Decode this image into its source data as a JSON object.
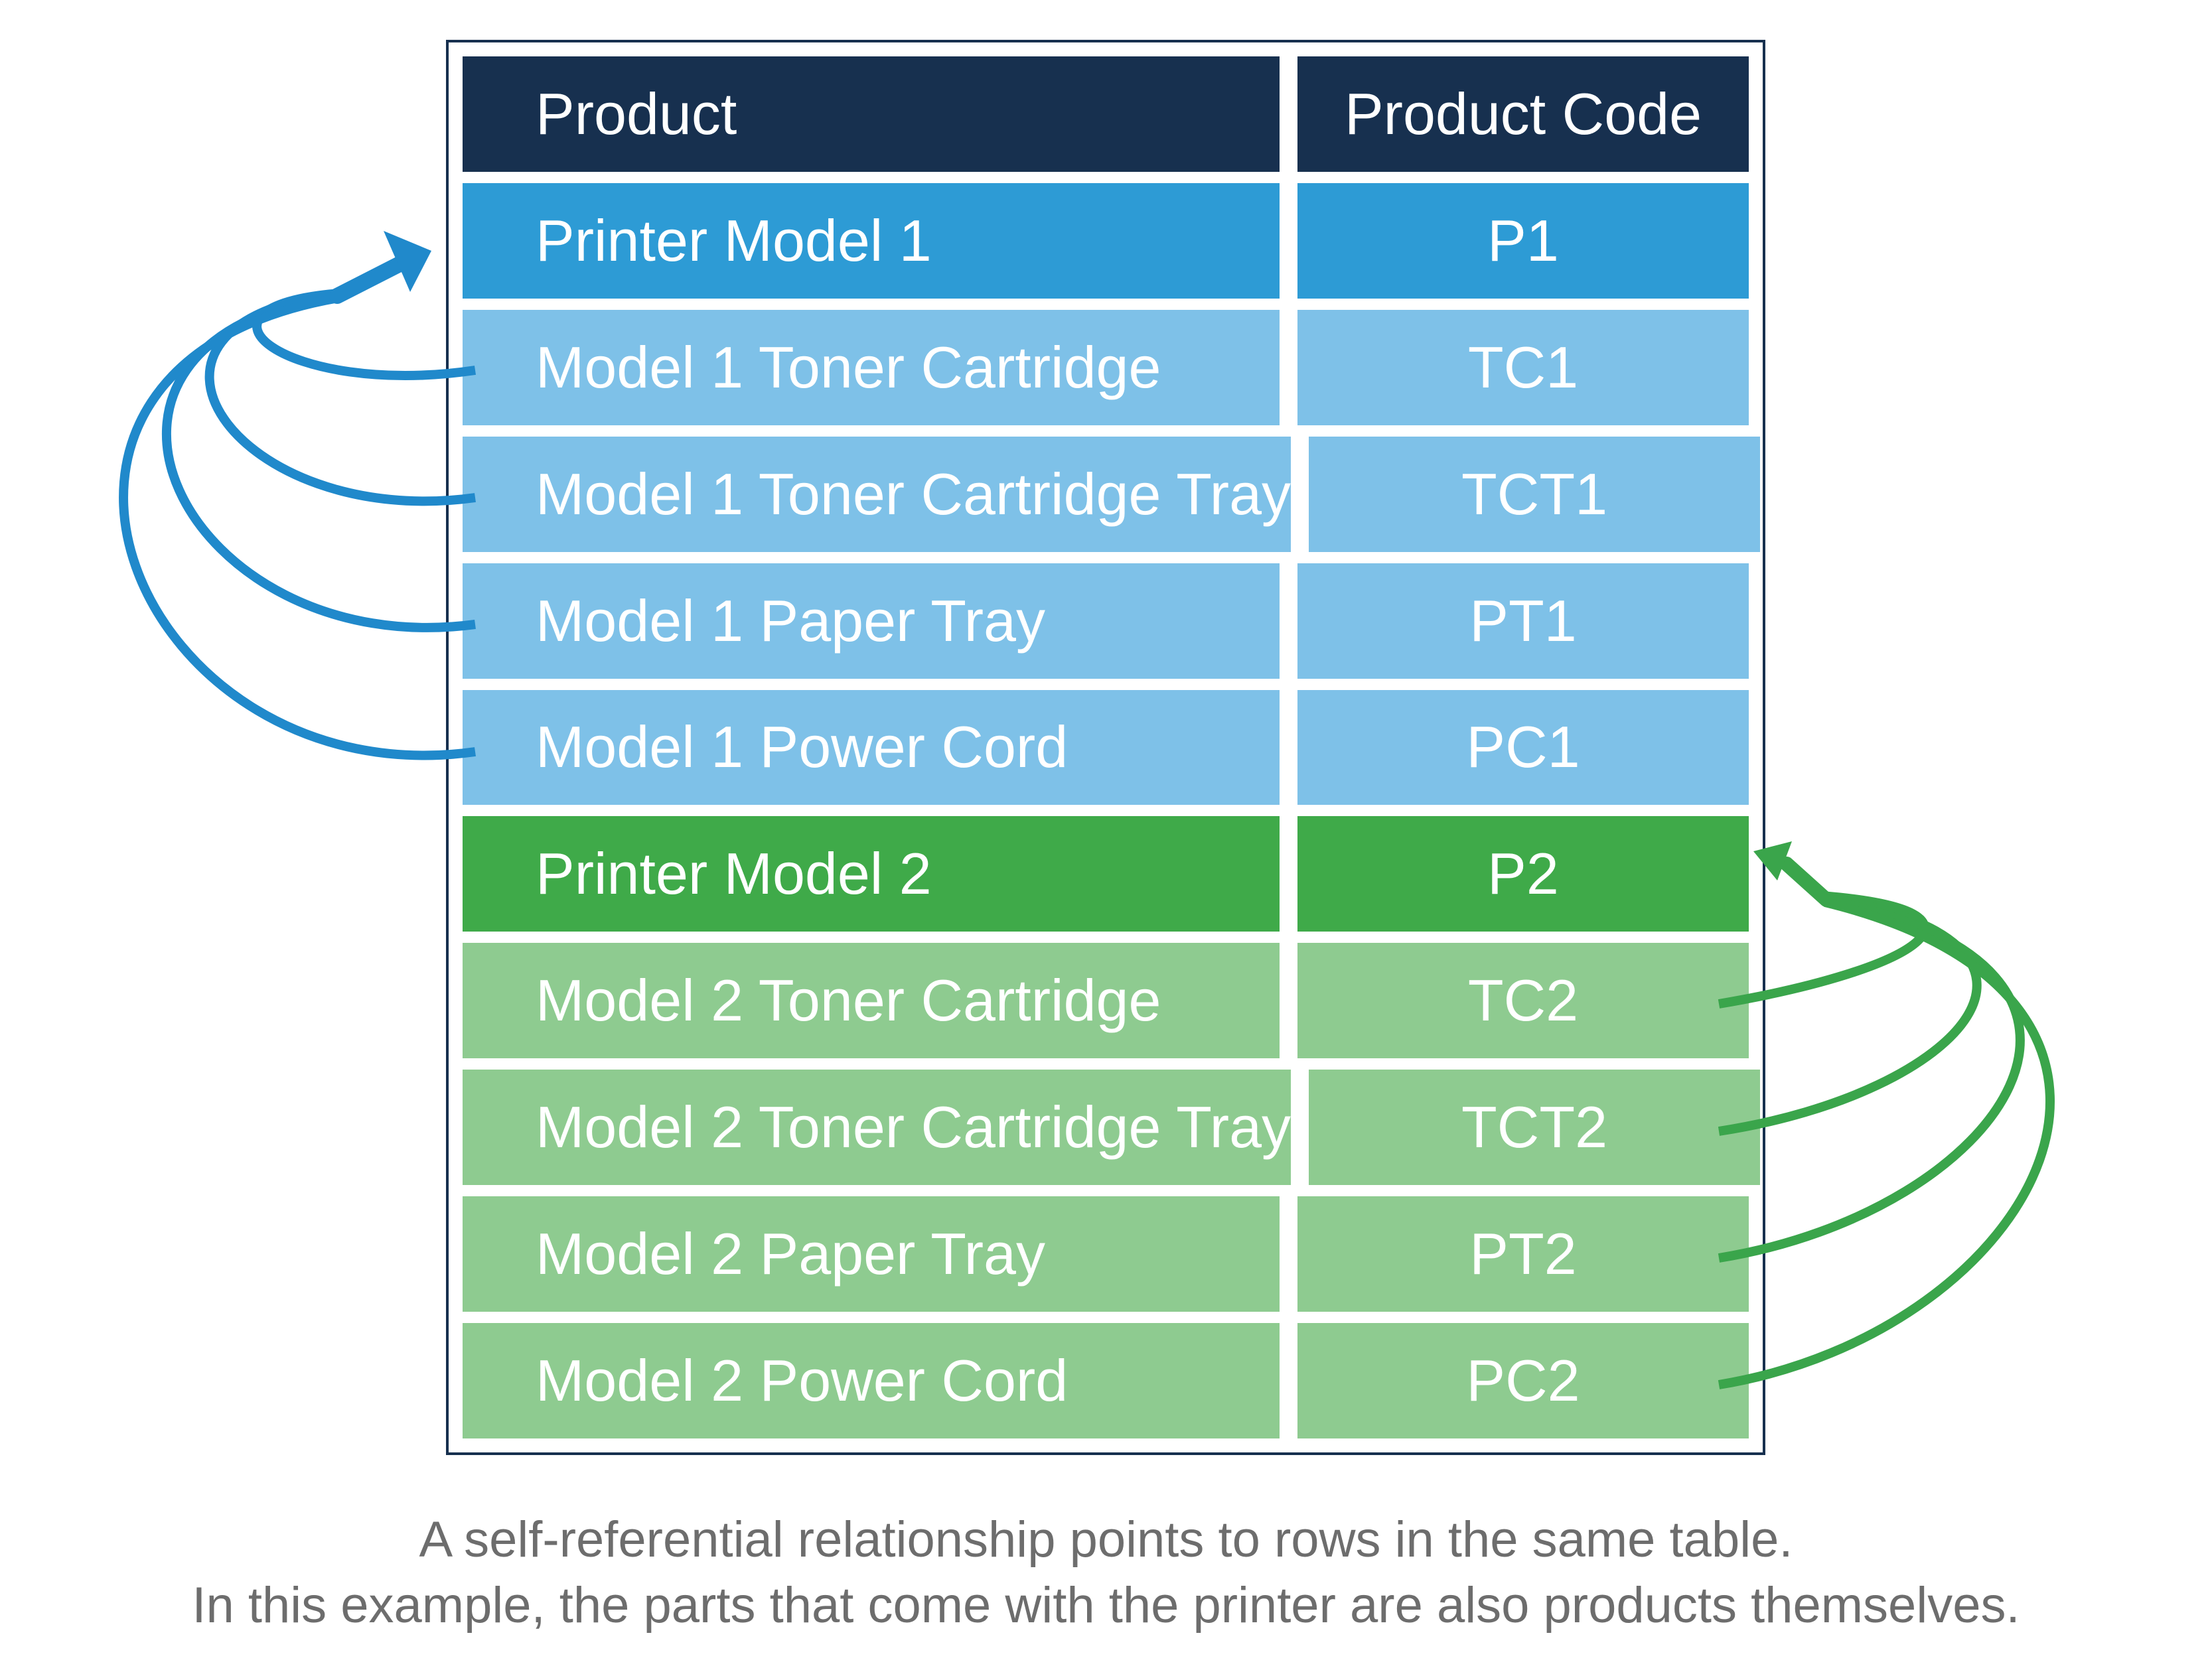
{
  "table": {
    "columns": {
      "product": "Product",
      "code": "Product Code"
    },
    "rows": [
      {
        "product": "Printer Model 1",
        "code": "P1",
        "tone": "blue"
      },
      {
        "product": "Model 1 Toner Cartridge",
        "code": "TC1",
        "tone": "light-blue"
      },
      {
        "product": "Model 1 Toner Cartridge Tray",
        "code": "TCT1",
        "tone": "light-blue"
      },
      {
        "product": "Model 1 Paper Tray",
        "code": "PT1",
        "tone": "light-blue"
      },
      {
        "product": "Model 1 Power Cord",
        "code": "PC1",
        "tone": "light-blue"
      },
      {
        "product": "Printer Model 2",
        "code": "P2",
        "tone": "green"
      },
      {
        "product": "Model 2 Toner Cartridge",
        "code": "TC2",
        "tone": "light-green"
      },
      {
        "product": "Model 2 Toner Cartridge Tray",
        "code": "TCT2",
        "tone": "light-green"
      },
      {
        "product": "Model 2 Paper Tray",
        "code": "PT2",
        "tone": "light-green"
      },
      {
        "product": "Model 2 Power Cord",
        "code": "PC2",
        "tone": "light-green"
      }
    ]
  },
  "arrows": {
    "blue_group": {
      "from_codes": [
        "TC1",
        "TCT1",
        "PT1",
        "PC1"
      ],
      "to_code": "P1",
      "side": "left",
      "color": "#2089cb"
    },
    "green_group": {
      "from_codes": [
        "TC2",
        "TCT2",
        "PT2",
        "PC2"
      ],
      "to_code": "P2",
      "side": "right",
      "color": "#3aa54b"
    }
  },
  "caption": {
    "line1": "A self-referential relationship points to rows in the same table.",
    "line2": "In this example, the parts that come with the printer are also products themselves."
  },
  "colors": {
    "navy": "#17304f",
    "row-blue": "#2d9bd5",
    "row-light-blue": "#7ec1e8",
    "row-green": "#3faa49",
    "row-light-green": "#8ecb90",
    "arrow-blue": "#2089cb",
    "arrow-green": "#3aa54b",
    "frame": "#17304f",
    "caption-gray": "#6d6d6d",
    "page-bg": "#ffffff"
  }
}
